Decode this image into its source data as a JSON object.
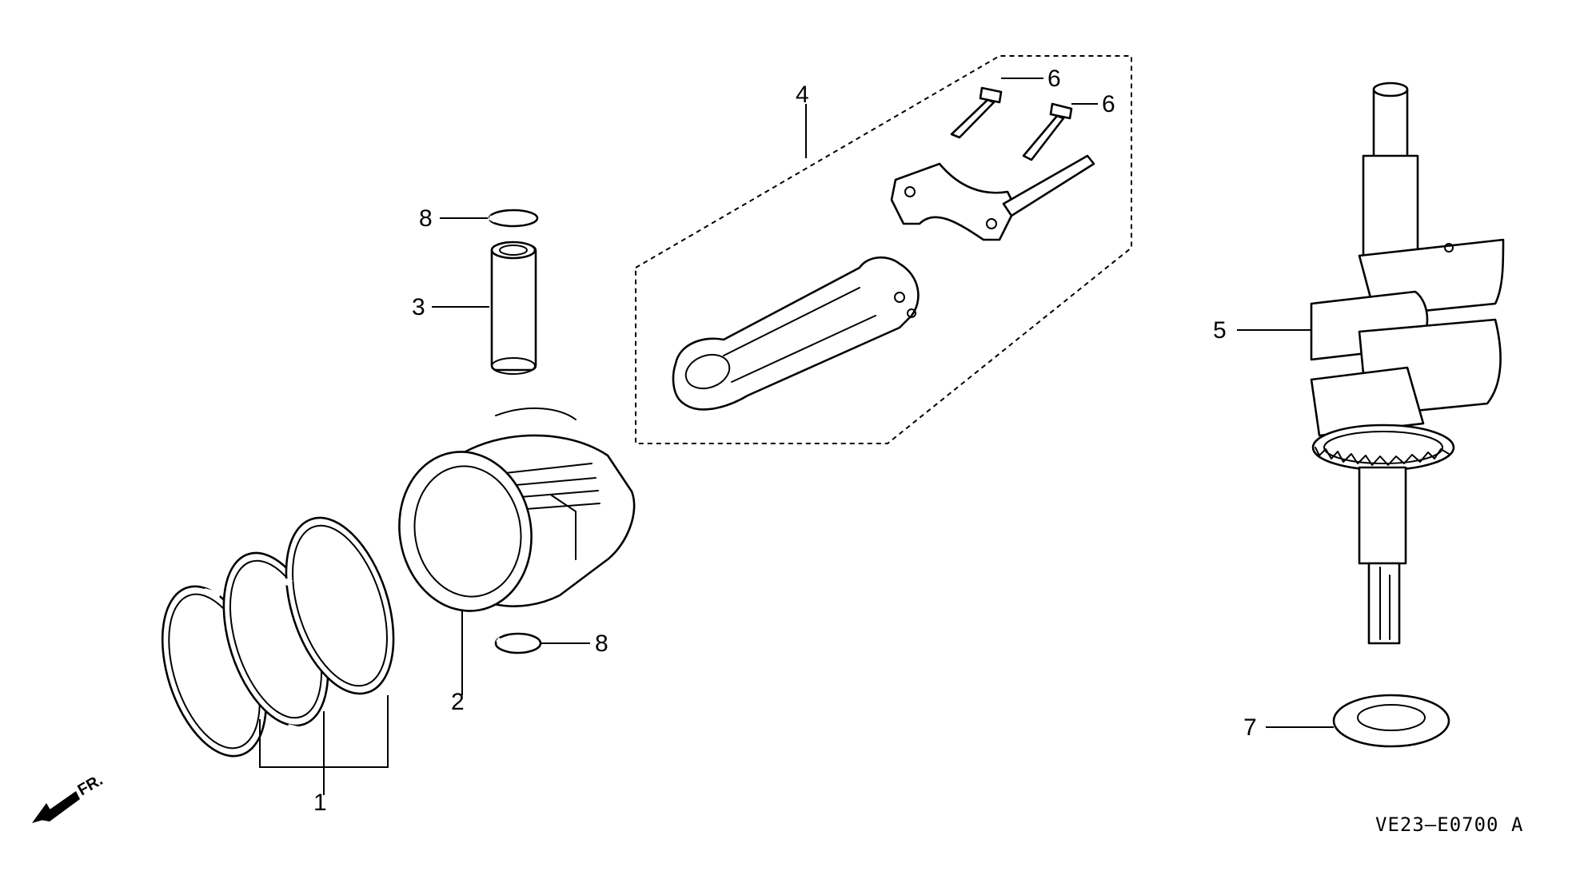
{
  "diagram": {
    "callouts": [
      {
        "id": "1",
        "text": "1"
      },
      {
        "id": "2",
        "text": "2"
      },
      {
        "id": "3",
        "text": "3"
      },
      {
        "id": "4",
        "text": "4"
      },
      {
        "id": "5",
        "text": "5"
      },
      {
        "id": "6a",
        "text": "6"
      },
      {
        "id": "6b",
        "text": "6"
      },
      {
        "id": "7",
        "text": "7"
      },
      {
        "id": "8a",
        "text": "8"
      },
      {
        "id": "8b",
        "text": "8"
      }
    ],
    "front_marker": "FR.",
    "drawing_code": "VE23—E0700 A"
  }
}
